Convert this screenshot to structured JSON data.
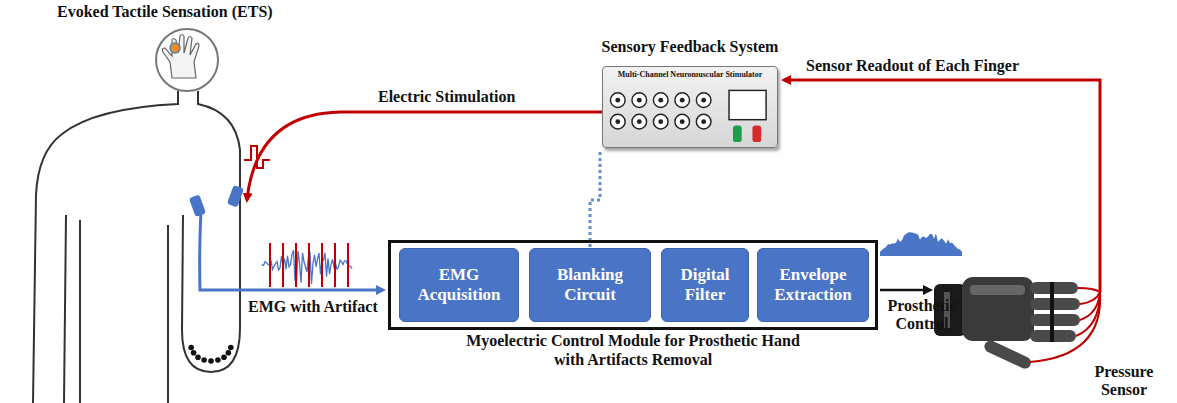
{
  "diagram": {
    "nodes": [
      {
        "text": [
          "Sensory Feedback System",
          "Multi-Channel Neuromuscular Stimulator"
        ]
      },
      {
        "text": [
          "Myoelectric Control Module for Prosthetic Hand with Artifacts Removal"
        ]
      },
      {
        "text": [
          "EMG Acquisition"
        ],
        "in": 1
      },
      {
        "text": [
          "Blanking Circuit"
        ],
        "in": 1
      },
      {
        "text": [
          "Digital Filter"
        ],
        "in": 1
      },
      {
        "text": [
          "Envelope Extraction"
        ],
        "in": 1
      }
    ],
    "edges": [
      {
        "from": 0,
        "to": 3,
        "arrow": "none"
      }
    ],
    "labels": [
      "Evoked Tactile Sensation (ETS)",
      "Electric Stimulation",
      "Sensor Readout of Each Finger",
      "EMG with Artifact",
      "Prosthetic Control",
      "Pressure Sensor"
    ]
  }
}
